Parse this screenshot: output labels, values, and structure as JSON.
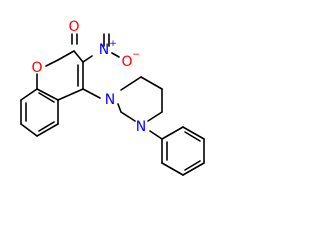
{
  "molecule": {
    "atoms": {
      "ring_oxygen": "O",
      "carbonyl_oxygen": "O",
      "nitro_nitrogen": "N",
      "nitro_charge": "+",
      "nitro_oxygen": "O",
      "nitro_oxygen_charge": "−",
      "piperazine_n1": "N",
      "piperazine_n4": "N"
    },
    "colors": {
      "oxygen": "#ff0000",
      "nitrogen": "#0000ff",
      "bond": "#000000",
      "background": "#ffffff"
    }
  }
}
